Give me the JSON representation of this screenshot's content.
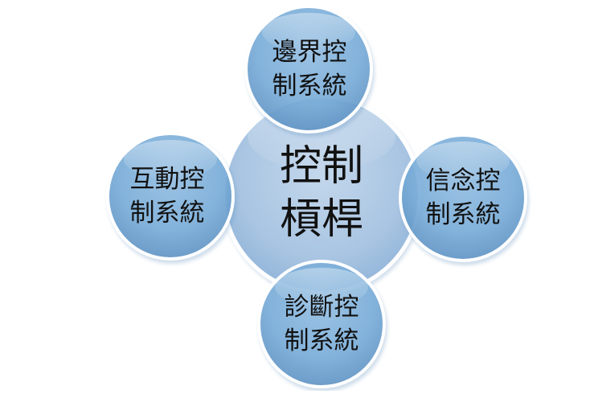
{
  "diagram": {
    "center": {
      "line1": "控制",
      "line2": "槓桿"
    },
    "nodes": {
      "top": {
        "line1": "邊界控",
        "line2": "制系統"
      },
      "left": {
        "line1": "互動控",
        "line2": "制系統"
      },
      "right": {
        "line1": "信念控",
        "line2": "制系統"
      },
      "bottom": {
        "line1": "診斷控",
        "line2": "制系統"
      }
    }
  },
  "colors": {
    "center_fill": "#a9c5e2",
    "satellite_fill": "#7aaed8",
    "satellite_edge": "#5f93c4",
    "highlight": "#ffffff"
  }
}
